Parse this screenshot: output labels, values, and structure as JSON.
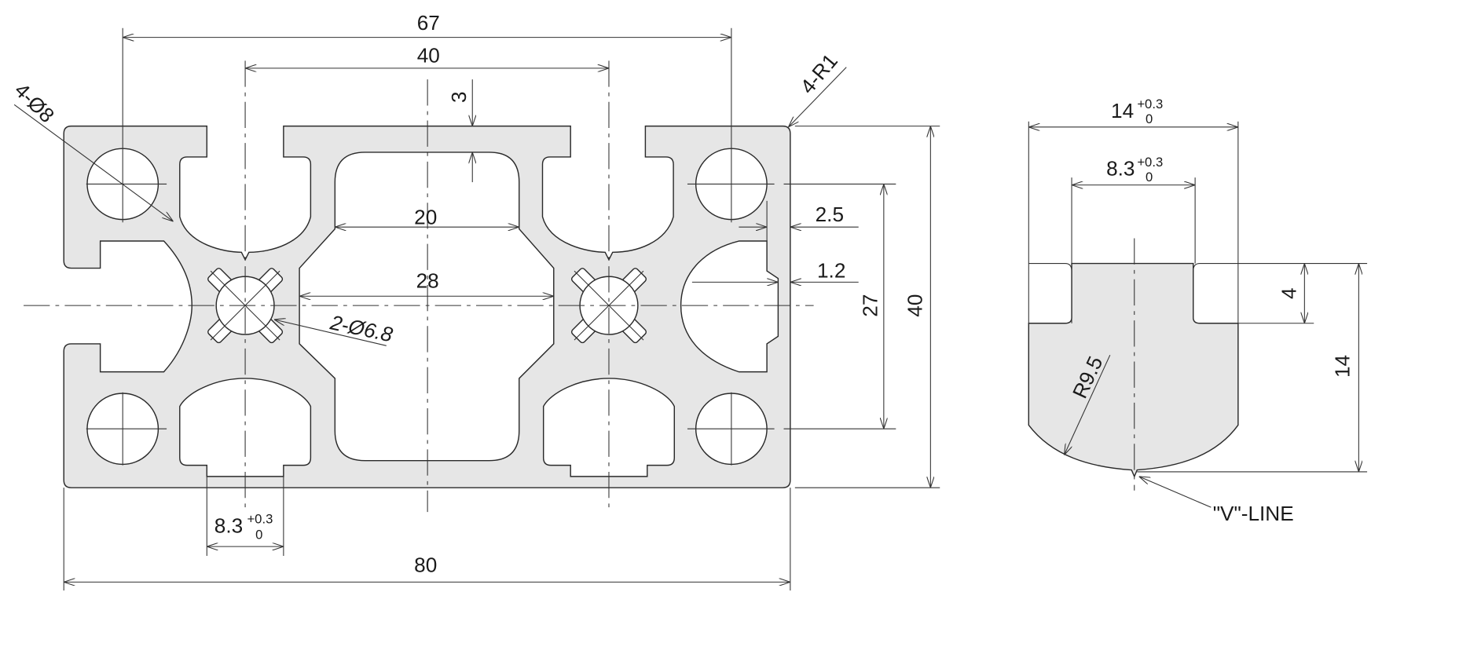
{
  "drawing": {
    "main_profile": {
      "dim_overall_width": "80",
      "dim_overall_height": "40",
      "dim_hole_spacing_x": "67",
      "dim_hole_spacing_y": "27",
      "dim_slot_spacing": "40",
      "dim_wall_top": "3",
      "dim_inner_20": "20",
      "dim_inner_28": "28",
      "dim_wall_2_5": "2.5",
      "dim_wall_1_2": "1.2",
      "dim_slot_width": "8.3",
      "dim_slot_tol_upper": "+0.3",
      "dim_slot_tol_lower": "0",
      "label_holes": "4-Ø8",
      "label_radius": "4-R1",
      "label_core_holes": "2-Ø6.8"
    },
    "slot_detail": {
      "dim_width": "14",
      "dim_width_tol_upper": "+0.3",
      "dim_width_tol_lower": "0",
      "dim_opening": "8.3",
      "dim_opening_tol_upper": "+0.3",
      "dim_opening_tol_lower": "0",
      "dim_depth_4": "4",
      "dim_depth_14": "14",
      "dim_radius": "R9.5",
      "label_vline": "\"V\"-LINE"
    }
  }
}
